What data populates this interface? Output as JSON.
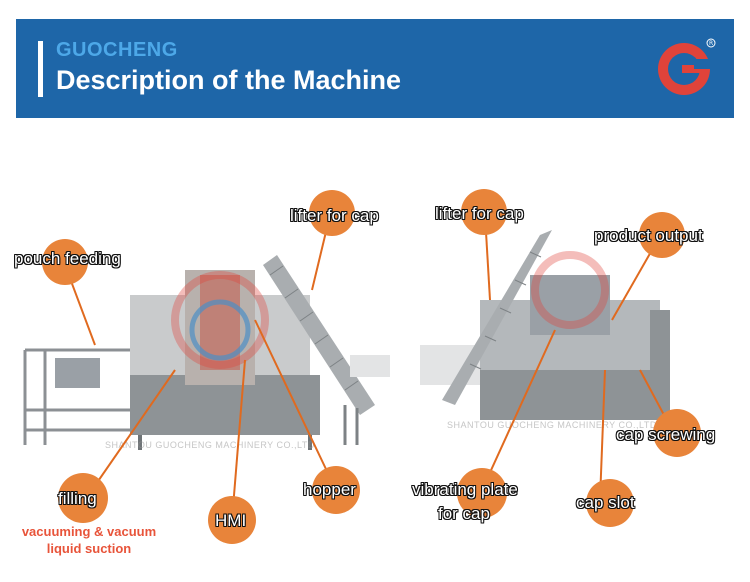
{
  "header": {
    "brand": "GUOCHENG",
    "title": "Description of the Machine"
  },
  "watermark": "SHANTOU GUOCHENG MACHINERY CO.,LTD",
  "colors": {
    "banner": "#1e66a8",
    "brand_text": "#4da8e8",
    "callout": "#e8843a",
    "logo": "#e0433a"
  },
  "left_machine": {
    "labels": {
      "lifter_for_cap": "lifter for cap",
      "pouch_feeding": "pouch feeding",
      "filling": "filling",
      "filling_note_line1": "vacuuming & vacuum",
      "filling_note_line2": "liquid suction",
      "hmi": "HMI",
      "hopper": "hopper"
    }
  },
  "right_machine": {
    "labels": {
      "lifter_for_cap": "lifter for cap",
      "product_output": "product output",
      "cap_screwing": "cap screwing",
      "vibrating_plate_line1": "vibrating plate",
      "vibrating_plate_line2": "for cap",
      "cap_slot": "cap slot"
    }
  }
}
